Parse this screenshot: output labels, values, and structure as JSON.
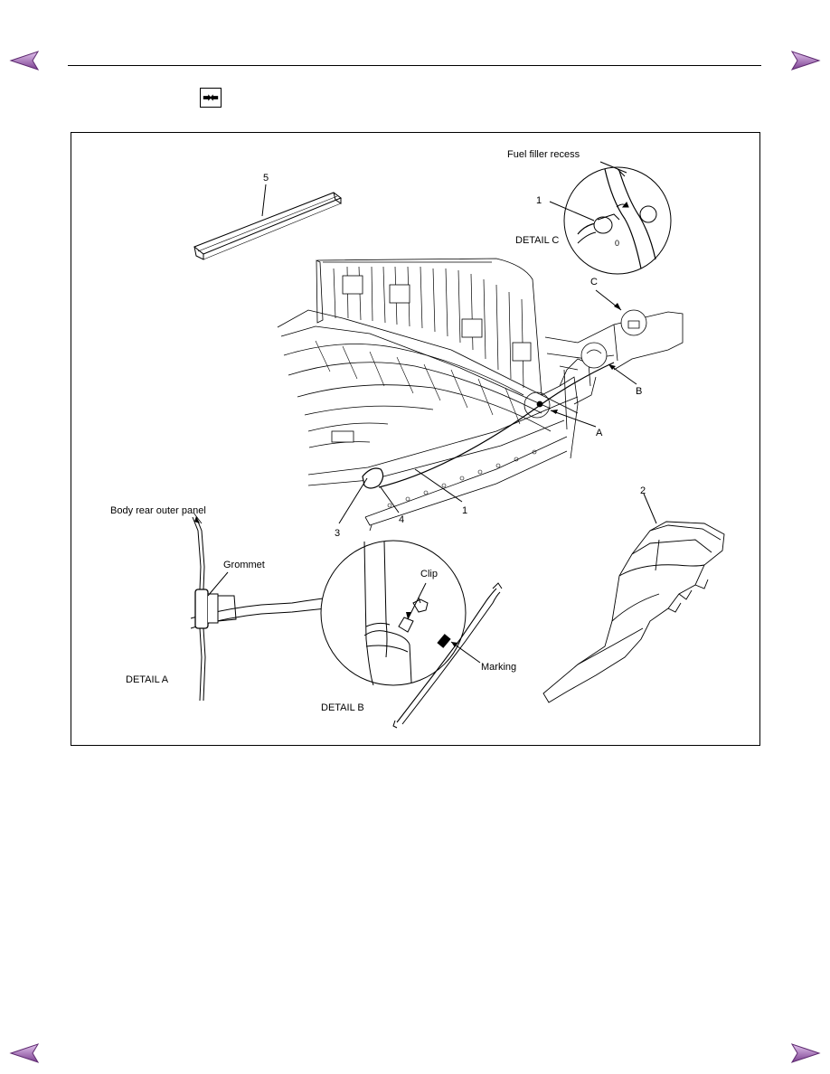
{
  "figure": {
    "labels": {
      "fuel_filler_recess": "Fuel filler recess",
      "detail_c": "DETAIL C",
      "detail_a": "DETAIL A",
      "detail_b": "DETAIL B",
      "body_rear_outer_panel": "Body rear outer panel",
      "grommet": "Grommet",
      "clip": "Clip",
      "marking": "Marking"
    },
    "callouts": {
      "n5": "5",
      "n1_detail_c": "1",
      "c": "C",
      "b": "B",
      "a": "A",
      "n2": "2",
      "n1": "1",
      "n3": "3",
      "n4": "4"
    }
  },
  "icons": {
    "prev": "previous-page-arrow",
    "next": "next-page-arrow",
    "tighten": "tightening-arrows-icon"
  },
  "colors": {
    "nav_arrow": "#8a4f9e",
    "nav_arrow_light": "#d9b6e6"
  }
}
